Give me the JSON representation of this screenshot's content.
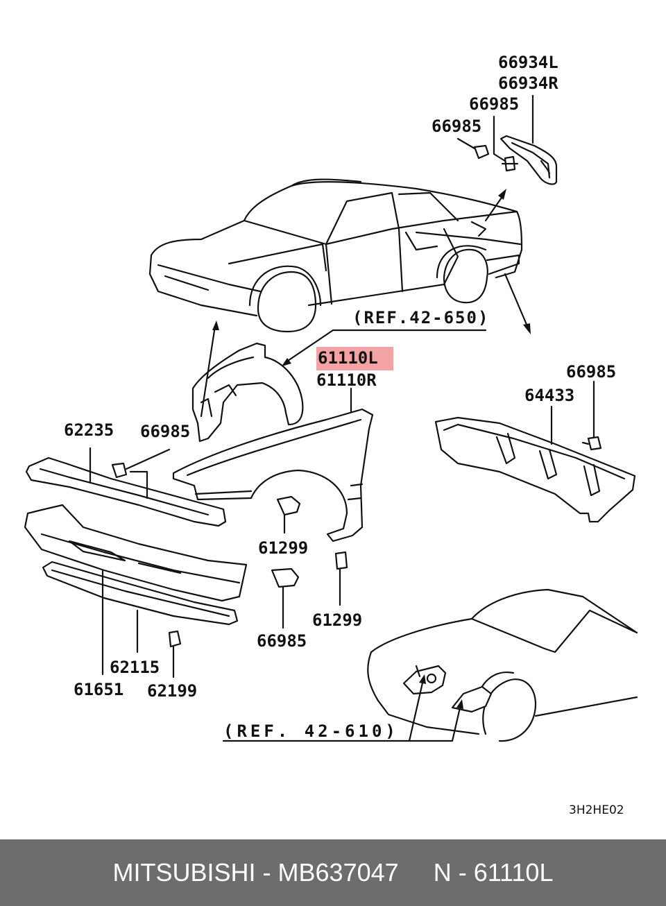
{
  "labels": {
    "p66934L": "66934L",
    "p66934R": "66934R",
    "p66985_top_right": "66985",
    "p66985_top_left": "66985",
    "ref_42_650": "(REF.42-650)",
    "p61110L": "61110L",
    "p61110R": "61110R",
    "p66985_rear": "66985",
    "p64433": "64433",
    "p62235": "62235",
    "p66985_front": "66985",
    "p61299_upper": "61299",
    "p61299_lower": "61299",
    "p66985_bottom": "66985",
    "p62115": "62115",
    "p61651": "61651",
    "p62199": "62199",
    "ref_42_610": "(REF. 42-610)"
  },
  "diagram_code": "3H2HE02",
  "highlight_color": "#f3a3a3",
  "footer": {
    "brand": "MITSUBISHI",
    "separator1": " - ",
    "part_number": "MB637047",
    "gap": "     ",
    "n_prefix": "N",
    "separator2": " - ",
    "n_number": "61110L"
  }
}
